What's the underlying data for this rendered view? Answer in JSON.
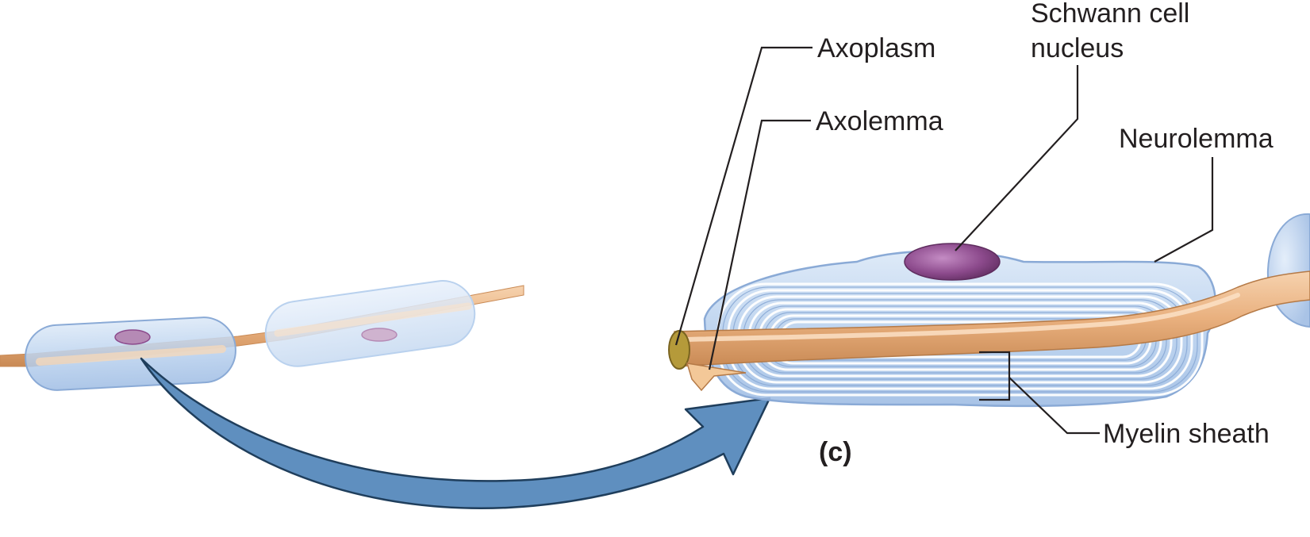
{
  "labels": {
    "axoplasm": "Axoplasm",
    "axolemma": "Axolemma",
    "schwann_line1": "Schwann cell",
    "schwann_line2": "nucleus",
    "neurolemma": "Neurolemma",
    "myelin_sheath": "Myelin sheath",
    "panel": "(c)"
  },
  "colors": {
    "axon": "#e9b07e",
    "axon_edge": "#c98a55",
    "sheath": "#b9d1ee",
    "sheath_edge": "#8aaad6",
    "myelin_line": "#ffffff",
    "nucleus": "#8c4a8c",
    "arrow": "#5f8fbf",
    "arrow_edge": "#1f3e5c"
  }
}
